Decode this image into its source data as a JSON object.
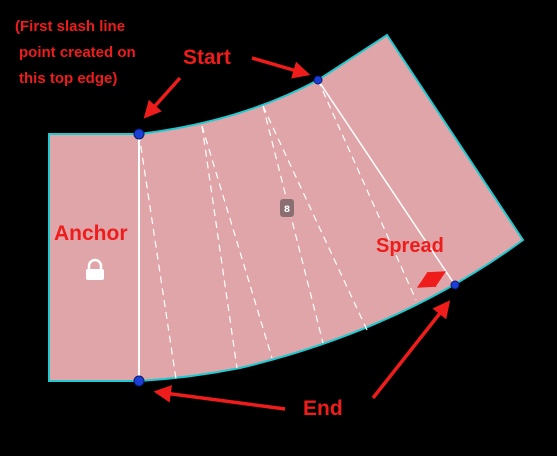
{
  "note": {
    "line1": "(First slash line",
    "line2": "point created on",
    "line3": "this top edge)"
  },
  "labels": {
    "start": "Start",
    "anchor": "Anchor",
    "spread": "Spread",
    "end": "End"
  },
  "badge": "8",
  "colors": {
    "background": "#000000",
    "piece_fill": "#e0a5a8",
    "piece_outline": "#1ecad0",
    "slash_lines": "#ffffff",
    "points": "#1b3fd6",
    "annotation": "#ef1c1c"
  }
}
